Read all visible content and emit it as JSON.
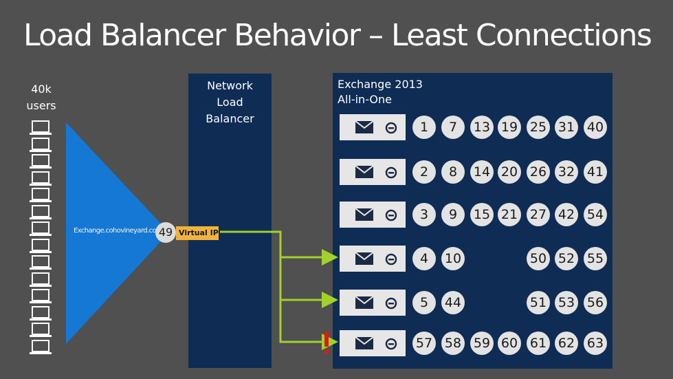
{
  "title": "Load Balancer Behavior – Least Connections",
  "users": {
    "line1": "40k",
    "line2": "users",
    "device_icon": "laptop-icon",
    "device_count": 14
  },
  "nlb": {
    "line1": "Network",
    "line2": "Load",
    "line3": "Balancer"
  },
  "vip": {
    "url": "Exchange.cohovineyard.com",
    "count": "49",
    "label": "Virtual IP"
  },
  "exchange": {
    "line1": "Exchange 2013",
    "line2": "All-in-One"
  },
  "servers": [
    {
      "connections": [
        "1",
        "7",
        "13",
        "19",
        "25",
        "31",
        "40"
      ]
    },
    {
      "connections": [
        "2",
        "8",
        "14",
        "20",
        "26",
        "32",
        "41"
      ]
    },
    {
      "connections": [
        "3",
        "9",
        "15",
        "21",
        "27",
        "42",
        "54"
      ]
    },
    {
      "connections": [
        "4",
        "10",
        "",
        "",
        "50",
        "52",
        "55"
      ]
    },
    {
      "connections": [
        "5",
        "44",
        "",
        "",
        "51",
        "53",
        "56"
      ]
    },
    {
      "connections": [
        "57",
        "58",
        "59",
        "60",
        "61",
        "62",
        "63"
      ]
    }
  ],
  "alert": {
    "icon": "exclamation-icon",
    "server_index": 5
  },
  "colors": {
    "background": "#505050",
    "panel": "#0f2c55",
    "cone": "#1478d4",
    "arrow": "#a0d22a",
    "vip": "#f0b43c",
    "alert": "#e01818"
  }
}
